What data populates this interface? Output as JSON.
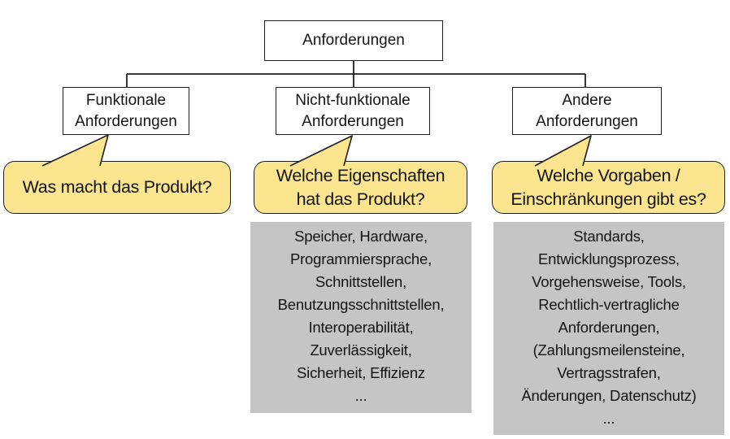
{
  "colors": {
    "bubble_fill": "#FBE58F",
    "box_fill": "#C5C5C5",
    "border": "#1F1F1F"
  },
  "tree": {
    "root": "Anforderungen",
    "children": [
      {
        "label": "Funktionale\nAnforderungen"
      },
      {
        "label": "Nicht-funktionale\nAnforderungen"
      },
      {
        "label": "Andere\nAnforderungen"
      }
    ]
  },
  "callouts": [
    {
      "text": "Was macht das Produkt?"
    },
    {
      "text": "Welche Eigenschaften\nhat das Produkt?"
    },
    {
      "text": "Welche Vorgaben /\nEinschränkungen gibt es?"
    }
  ],
  "details": [
    {
      "lines": [
        "Speicher, Hardware,",
        "Programmiersprache,",
        "Schnittstellen,",
        "Benutzungsschnittstellen,",
        "Interoperabilität,",
        "Zuverlässigkeit,",
        "Sicherheit, Effizienz",
        "..."
      ]
    },
    {
      "lines": [
        "Standards,",
        "Entwicklungsprozess,",
        "Vorgehensweise, Tools,",
        "Rechtlich-vertragliche",
        "Anforderungen,",
        "(Zahlungsmeilensteine,",
        "Vertragsstrafen,",
        "Änderungen, Datenschutz)",
        "..."
      ]
    }
  ]
}
